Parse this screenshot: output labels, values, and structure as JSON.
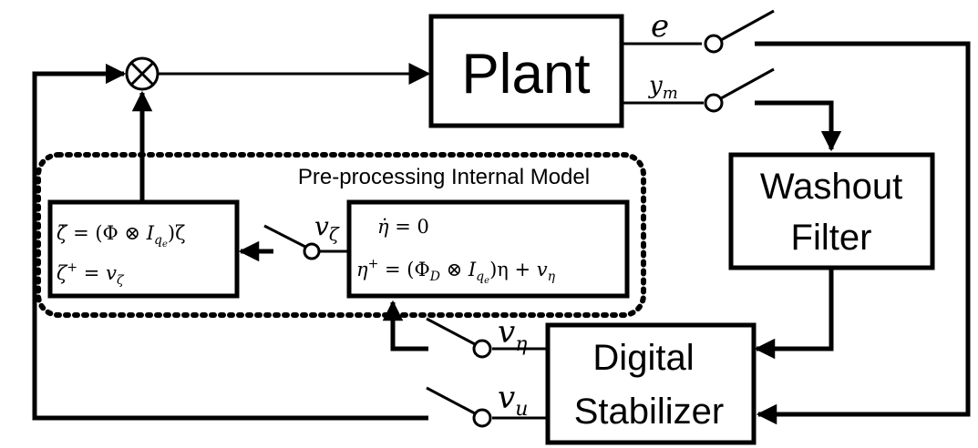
{
  "blocks": {
    "plant": "Plant",
    "washout_line1": "Washout",
    "washout_line2": "Filter",
    "digital_line1": "Digital",
    "digital_line2": "Stabilizer",
    "internal_model_label": "Pre-processing Internal Model"
  },
  "signals": {
    "u": "u",
    "e": "e",
    "y": "y",
    "y_sub": "m",
    "v": "v",
    "zeta": "ζ",
    "eta": "η",
    "u_sub": "u"
  },
  "equations": {
    "zeta_dot": {
      "lhs": "ζ̇",
      "rhs_a": " = (Φ ⊗ ",
      "I": "I",
      "sub_q": "q",
      "sub_e": "e",
      "rhs_b": ")ζ"
    },
    "zeta_plus": {
      "lhs": "ζ",
      "sup": "+",
      "eq": " = ",
      "v": "v",
      "sub": "ζ"
    },
    "eta_dot": {
      "lhs": "η̇",
      "rhs": " = 0"
    },
    "eta_plus": {
      "lhs": "η",
      "sup": "+",
      "rhs_a": " = (Φ",
      "D": "D",
      "rhs_b": " ⊗ ",
      "I": "I",
      "sub_q": "q",
      "sub_e": "e",
      "rhs_c": ")η + ",
      "v": "v",
      "sub": "η"
    }
  },
  "colors": {
    "line": "#000000",
    "background": "#ffffff"
  }
}
